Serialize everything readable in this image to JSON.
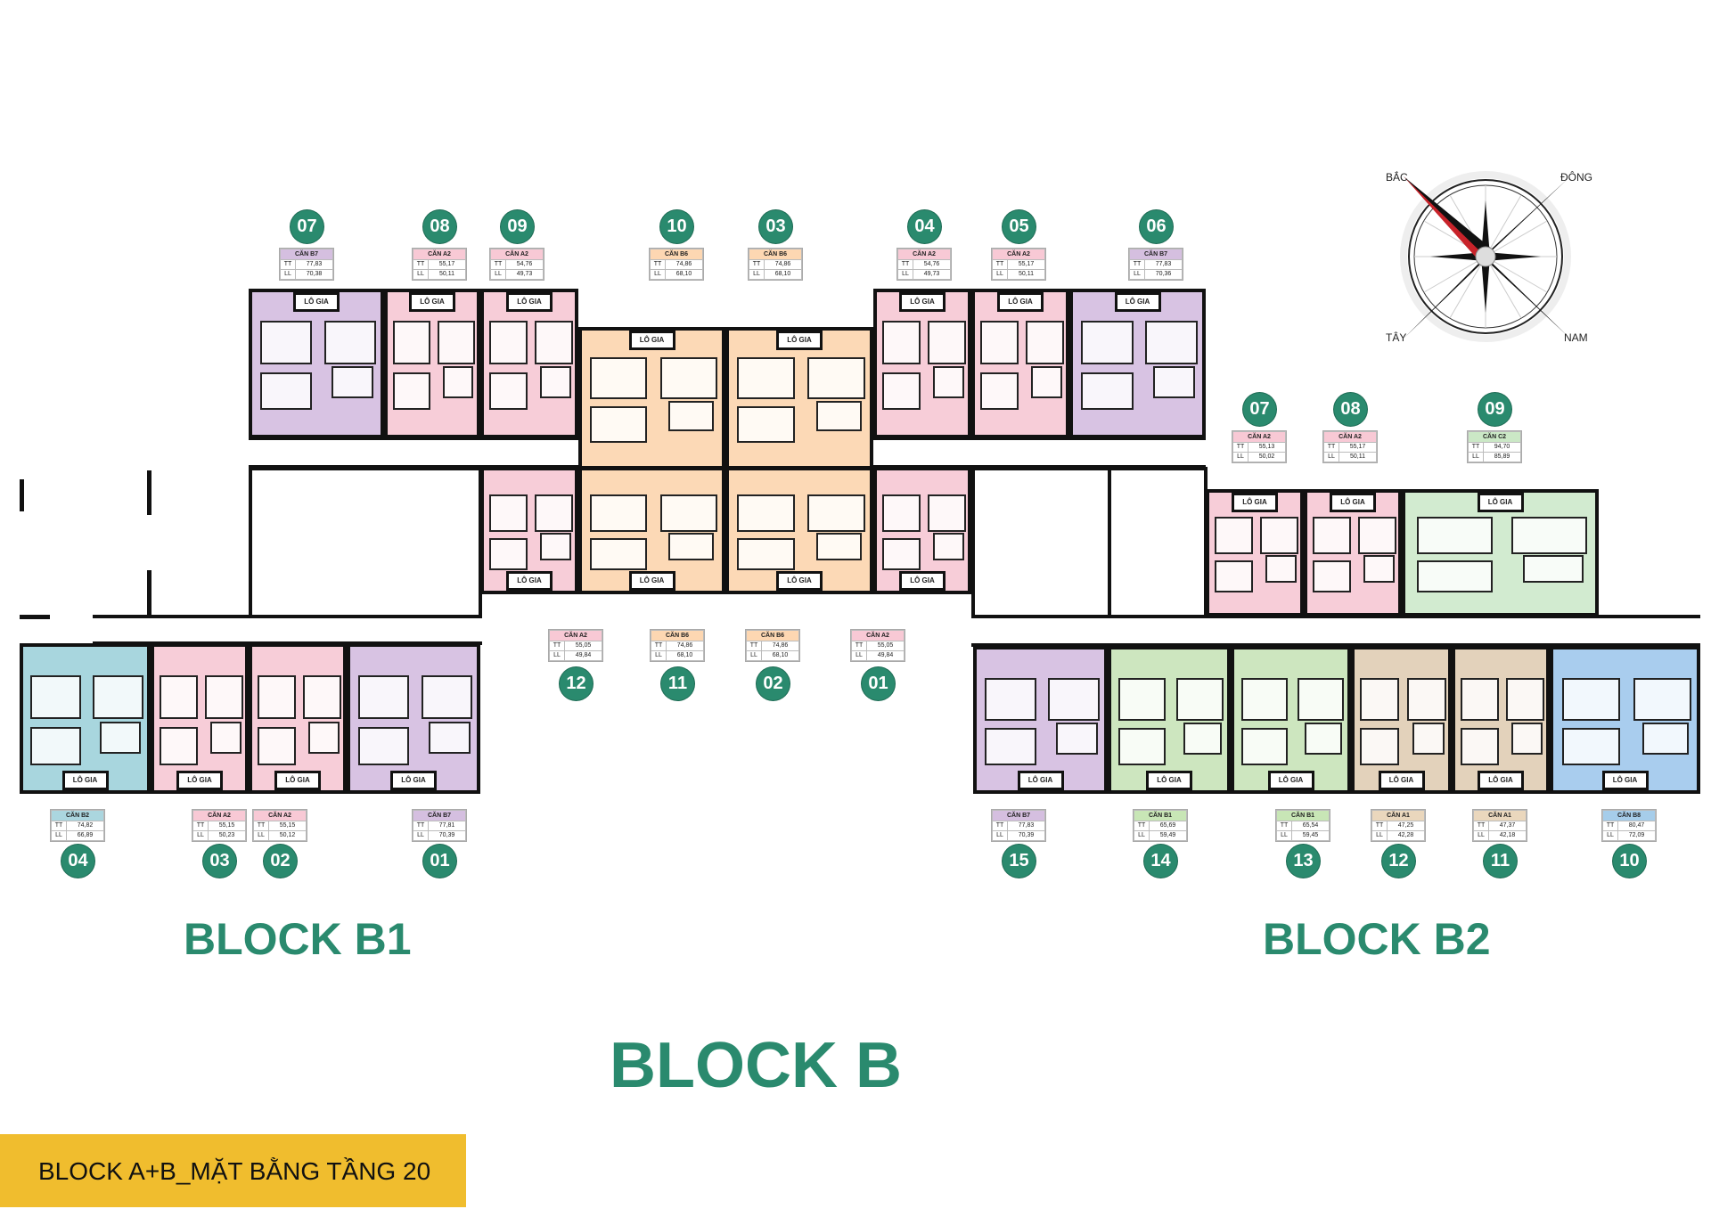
{
  "logia_label": "LÔ GIA",
  "table_keys": {
    "tt": "TT",
    "ll": "LL"
  },
  "titles": {
    "block_b1": "BLOCK B1",
    "block_b2": "BLOCK B2",
    "block_b": "BLOCK B"
  },
  "banner": "BLOCK A+B_MẶT BẰNG TẦNG 20",
  "compass": {
    "north": "BẮC",
    "east": "ĐÔNG",
    "west": "TÂY",
    "south": "NAM"
  },
  "colors": {
    "badge": "#2a8a6e",
    "banner": "#f0bd2e",
    "north_needle": "#c8232a"
  },
  "units": [
    {
      "block": "B1",
      "no": "07",
      "type": "CĂN B7",
      "tt": "77,83",
      "ll": "70,38",
      "color": "#d8c3e3",
      "head": "#d5bfe0"
    },
    {
      "block": "B1",
      "no": "08",
      "type": "CĂN A2",
      "tt": "55,17",
      "ll": "50,11",
      "color": "#f7cdd8",
      "head": "#f8c9d5"
    },
    {
      "block": "B1",
      "no": "09",
      "type": "CĂN A2",
      "tt": "54,76",
      "ll": "49,73",
      "color": "#f7cdd8",
      "head": "#f8c9d5"
    },
    {
      "block": "B1",
      "no": "10",
      "type": "CĂN B6",
      "tt": "74,86",
      "ll": "68,10",
      "color": "#fcd9b6",
      "head": "#fdd7b2"
    },
    {
      "block": "B1",
      "no": "03",
      "type": "CĂN B6",
      "tt": "74,86",
      "ll": "68,10",
      "color": "#fcd9b6",
      "head": "#fdd7b2"
    },
    {
      "block": "B1",
      "no": "04",
      "type": "CĂN A2",
      "tt": "54,76",
      "ll": "49,73",
      "color": "#f7cdd8",
      "head": "#f8c9d5"
    },
    {
      "block": "B1",
      "no": "05",
      "type": "CĂN A2",
      "tt": "55,17",
      "ll": "50,11",
      "color": "#f7cdd8",
      "head": "#f8c9d5"
    },
    {
      "block": "B1",
      "no": "06",
      "type": "CĂN B7",
      "tt": "77,83",
      "ll": "70,36",
      "color": "#d8c3e3",
      "head": "#d5bfe0"
    },
    {
      "block": "B1",
      "no": "12",
      "type": "CĂN A2",
      "tt": "55,05",
      "ll": "49,84",
      "color": "#f7cdd8",
      "head": "#f8c9d5"
    },
    {
      "block": "B1",
      "no": "11",
      "type": "CĂN B6",
      "tt": "74,86",
      "ll": "68,10",
      "color": "#fcd9b6",
      "head": "#fdd7b2"
    },
    {
      "block": "B1",
      "no": "02",
      "type": "CĂN B6",
      "tt": "74,86",
      "ll": "68,10",
      "color": "#fcd9b6",
      "head": "#fdd7b2"
    },
    {
      "block": "B1",
      "no": "01",
      "type": "CĂN A2",
      "tt": "55,05",
      "ll": "49,84",
      "color": "#f7cdd8",
      "head": "#f8c9d5"
    },
    {
      "block": "B1",
      "no": "04",
      "type": "CĂN B2",
      "tt": "74,82",
      "ll": "66,89",
      "color": "#a8d6de",
      "head": "#abd6df"
    },
    {
      "block": "B1",
      "no": "03",
      "type": "CĂN A2",
      "tt": "55,15",
      "ll": "50,23",
      "color": "#f7cdd8",
      "head": "#f8c9d5"
    },
    {
      "block": "B1",
      "no": "02",
      "type": "CĂN A2",
      "tt": "55,15",
      "ll": "50,12",
      "color": "#f7cdd8",
      "head": "#f8c9d5"
    },
    {
      "block": "B1",
      "no": "01",
      "type": "CĂN B7",
      "tt": "77,81",
      "ll": "70,39",
      "color": "#d8c3e3",
      "head": "#d5bfe0"
    },
    {
      "block": "B2",
      "no": "07",
      "type": "CĂN A2",
      "tt": "55,13",
      "ll": "50,02",
      "color": "#f7cdd8",
      "head": "#f8c9d5"
    },
    {
      "block": "B2",
      "no": "08",
      "type": "CĂN A2",
      "tt": "55,17",
      "ll": "50,11",
      "color": "#f7cdd8",
      "head": "#f8c9d5"
    },
    {
      "block": "B2",
      "no": "09",
      "type": "CĂN C2",
      "tt": "94,70",
      "ll": "85,89",
      "color": "#d2ebd0",
      "head": "#cbe8c6"
    },
    {
      "block": "B2",
      "no": "15",
      "type": "CĂN B7",
      "tt": "77,83",
      "ll": "70,39",
      "color": "#d8c3e3",
      "head": "#d5bfe0"
    },
    {
      "block": "B2",
      "no": "14",
      "type": "CĂN B1",
      "tt": "65,69",
      "ll": "59,49",
      "color": "#cde6bf",
      "head": "#c8e6b6"
    },
    {
      "block": "B2",
      "no": "13",
      "type": "CĂN B1",
      "tt": "65,54",
      "ll": "59,45",
      "color": "#cde6bf",
      "head": "#c8e6b6"
    },
    {
      "block": "B2",
      "no": "12",
      "type": "CĂN A1",
      "tt": "47,25",
      "ll": "42,28",
      "color": "#e3d2bb",
      "head": "#ead7bd"
    },
    {
      "block": "B2",
      "no": "11",
      "type": "CĂN A1",
      "tt": "47,37",
      "ll": "42,18",
      "color": "#e3d2bb",
      "head": "#ead7bd"
    },
    {
      "block": "B2",
      "no": "10",
      "type": "CĂN B8",
      "tt": "80,47",
      "ll": "72,09",
      "color": "#a9cdee",
      "head": "#a6cdea"
    }
  ]
}
